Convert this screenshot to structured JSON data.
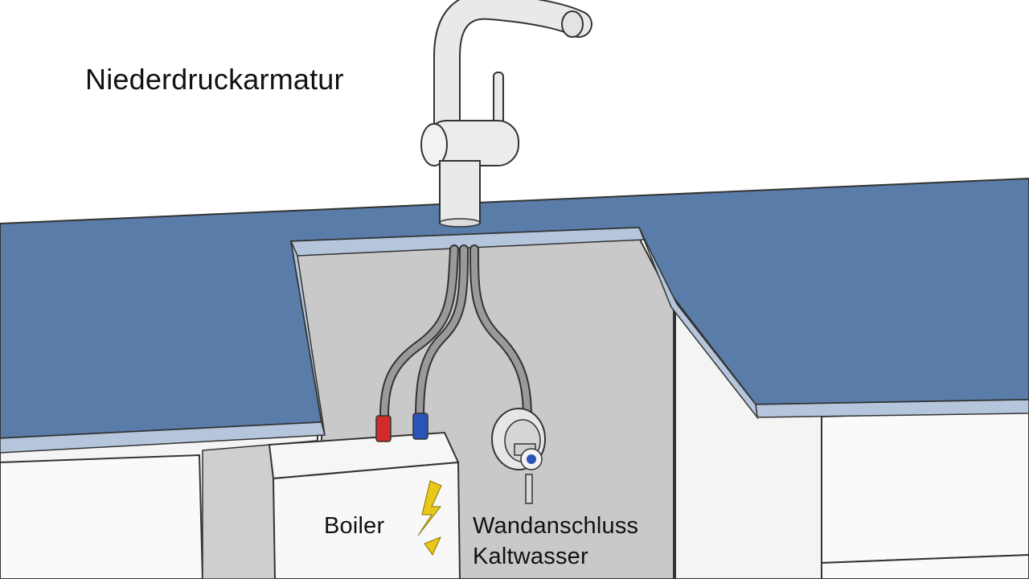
{
  "labels": {
    "faucet": "Niederdruckarmatur",
    "boiler": "Boiler",
    "wall_connection_line1": "Wandanschluss",
    "wall_connection_line2": "Kaltwasser"
  },
  "colors": {
    "countertop": "#5a7ca8",
    "countertop_edge": "#b5c6dc",
    "cabinet_interior": "#c9c9c9",
    "cabinet_panel": "#f7f7f7",
    "hot_connector": "#d42a2a",
    "cold_connector": "#2a55b8",
    "lightning": "#e8c81a",
    "outline": "#333333"
  },
  "icons": [
    "lightning-bolt-icon",
    "valve-knob-icon"
  ]
}
